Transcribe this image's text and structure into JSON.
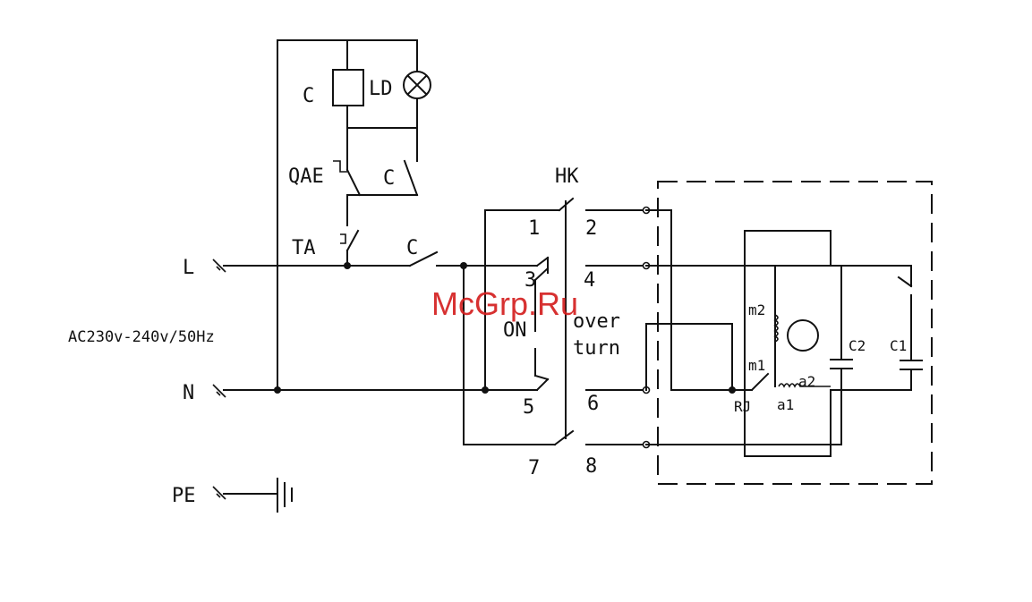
{
  "labels": {
    "contactor_coil": "C",
    "lamp": "LD",
    "qae": "QAE",
    "aux_contact": "C",
    "ta": "TA",
    "main_contact": "C",
    "hk": "HK",
    "line_l": "L",
    "line_n": "N",
    "line_pe": "PE",
    "supply": "AC230v-240v/50Hz",
    "t1": "1",
    "t2": "2",
    "t3": "3",
    "t4": "4",
    "t5": "5",
    "t6": "6",
    "t7": "7",
    "t8": "8",
    "on": "ON",
    "overturn_1": "over",
    "overturn_2": "turn",
    "m2": "m2",
    "m1": "m1",
    "rj": "RJ",
    "a1": "a1",
    "a2": "a2",
    "c2": "C2",
    "c1": "C1"
  },
  "watermark": "McGrp.Ru",
  "colors": {
    "line": "#111111",
    "watermark": "#d42020",
    "background": "#ffffff"
  }
}
